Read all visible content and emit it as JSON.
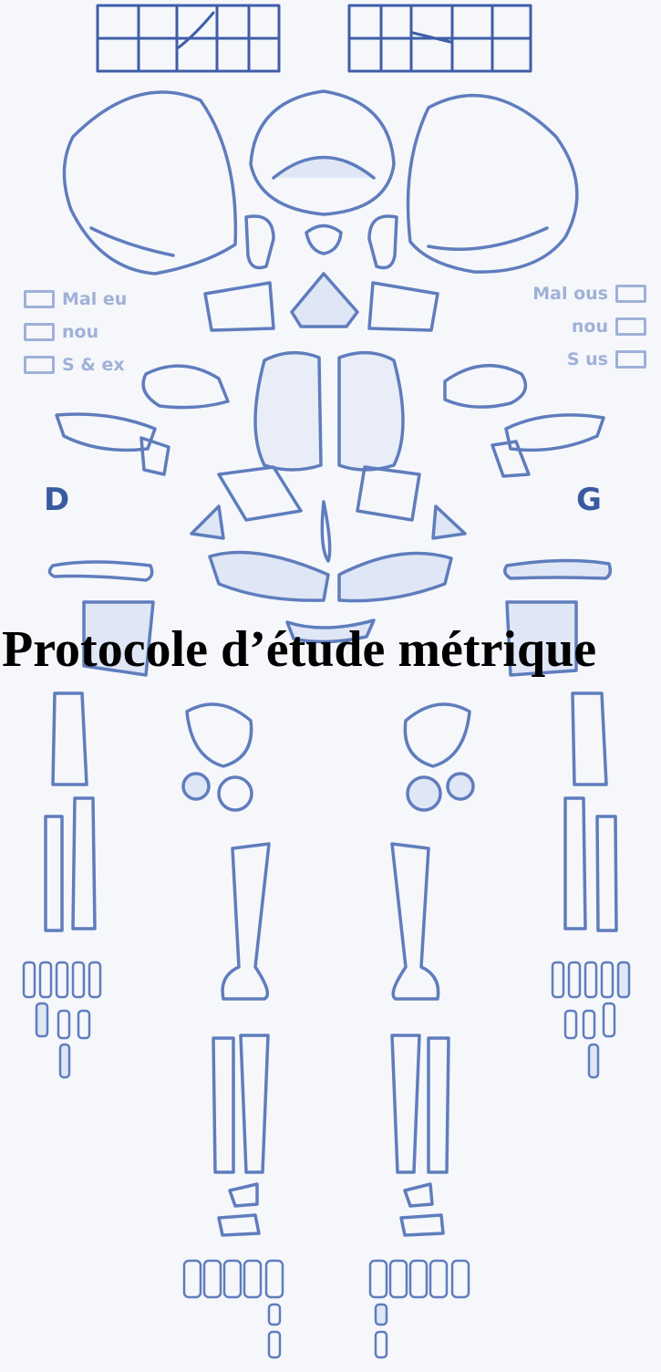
{
  "side_labels": {
    "right": "D",
    "left": "G"
  },
  "title": "Protocole d’étude métrique",
  "left_checklist": [
    "Mal eu",
    "nou",
    "S & ex"
  ],
  "right_checklist": [
    "Mal ous",
    "nou",
    "S us"
  ],
  "colors": {
    "outline": "#5f7dbd",
    "fill": "#dfe6f5",
    "dark": "#3a5aa0",
    "title": "#000000"
  }
}
